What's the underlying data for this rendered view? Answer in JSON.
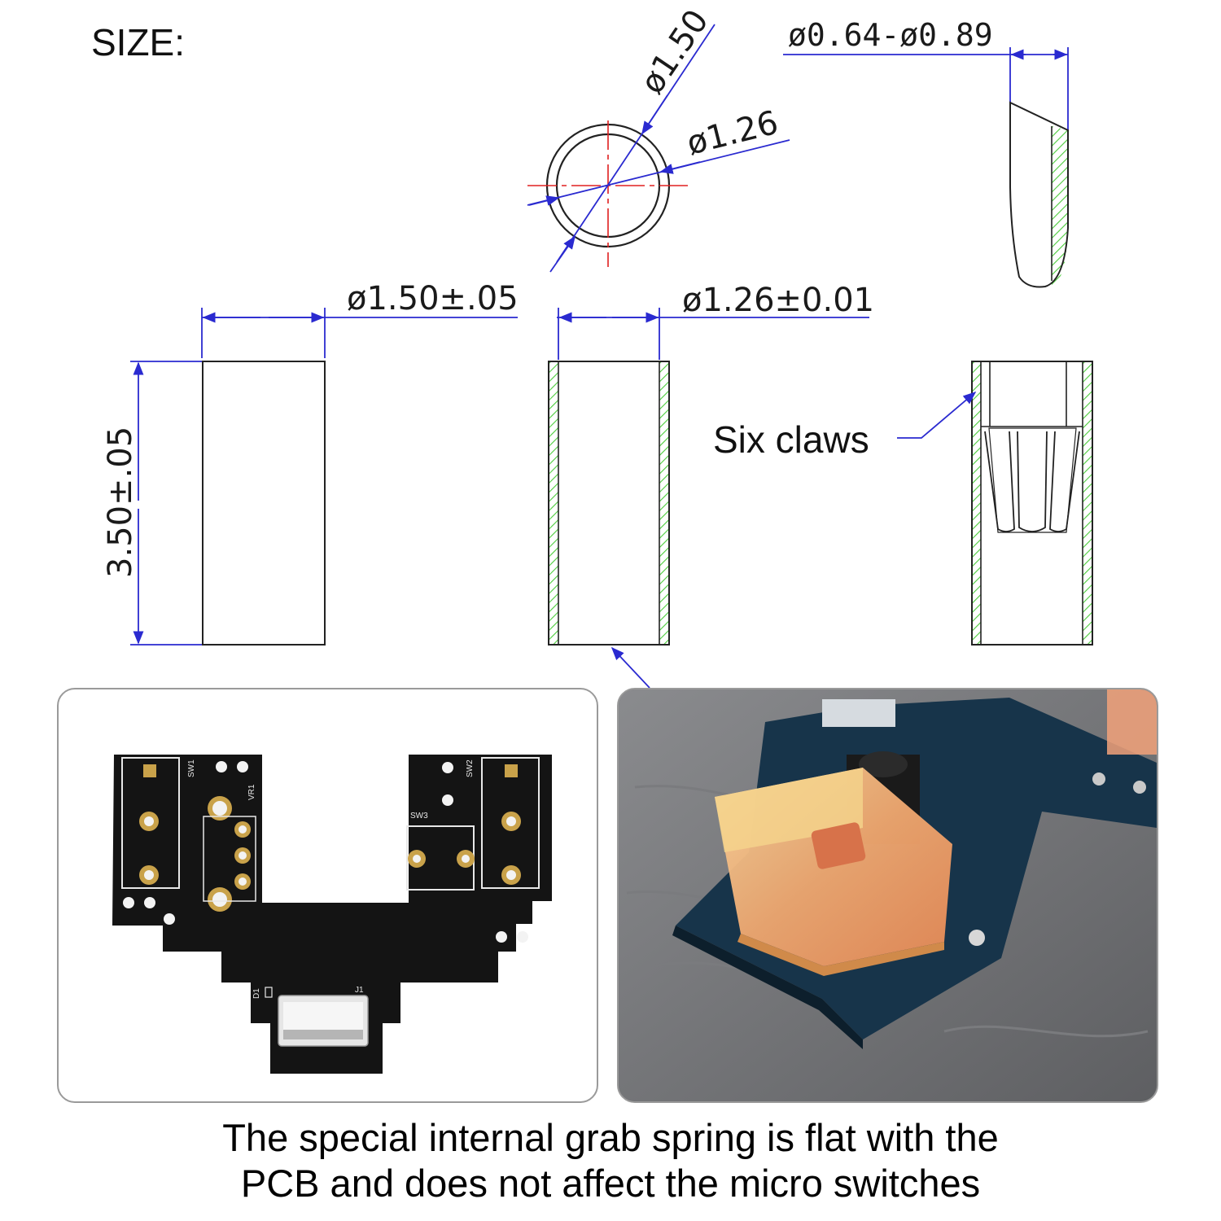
{
  "size_label": "SIZE:",
  "dimensions": {
    "outer_diameter_top": "ø1.50",
    "inner_diameter_top": "ø1.26",
    "claw_range": "ø0.64-ø0.89",
    "outer_diameter_tol": "ø1.50±.05",
    "inner_diameter_tol": "ø1.26±0.01",
    "height_tol": "3.50±.05"
  },
  "annotations": {
    "six_claws": "Six claws"
  },
  "pcb_silkscreen": {
    "sw1": "SW1",
    "sw2": "SW2",
    "sw3": "SW3",
    "vr1": "VR1",
    "d1": "D1",
    "j1": "J1"
  },
  "caption": {
    "line1": "The special internal grab spring is flat with the",
    "line2": "PCB and does not affect the micro switches"
  },
  "colors": {
    "dimension_line": "#2a2ad0",
    "center_line": "#e02020",
    "hatch": "#4ccc3c",
    "outline": "#222222",
    "pcb": "#141414",
    "pad_gold": "#c9a24a",
    "switch_body": "#f0b060"
  }
}
